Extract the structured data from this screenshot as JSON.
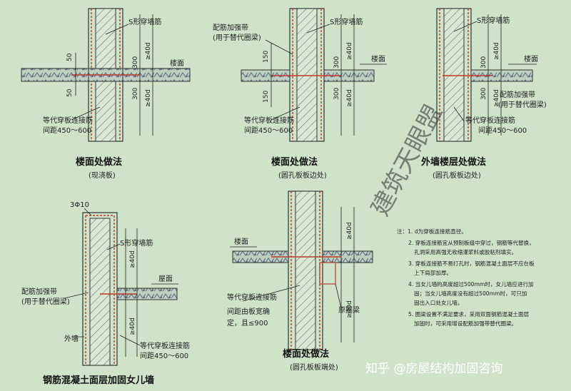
{
  "detail1": {
    "s_bar": "S形穿墙筋",
    "floor": "楼面",
    "dim_50a": "50",
    "dim_50b": "50",
    "dim_300a": "300",
    "dim_300b": "300",
    "dim_40d_a": "≥40d",
    "dim_40d_b": "≥40d",
    "tie_bar": "等代穿板连接筋",
    "spacing": "间距450～600",
    "caption": "楼面处做法",
    "subcaption": "(现浇板)"
  },
  "detail2": {
    "band": "配筋加强带",
    "band_sub": "(用于替代圈梁)",
    "s_bar": "S形穿墙筋",
    "floor": "楼面",
    "dim_150a": "150",
    "dim_150b": "150",
    "dim_300a": "300",
    "dim_300b": "300",
    "dim_40d_a": "≥40d",
    "dim_40d_b": "≥40d",
    "tie_bar": "等代穿板连接筋",
    "spacing": "间距450～600",
    "caption": "楼面处做法",
    "subcaption": "(圆孔板板边处)"
  },
  "detail3": {
    "s_bar": "S形穿墙筋",
    "floor": "楼面",
    "dim_300a": "300",
    "dim_300b": "300",
    "dim_40d_a": "≥40d",
    "dim_40d_b": "≥40d",
    "band": "配筋加强带",
    "band_sub": "(用于替代圈梁)",
    "tie_bar": "等代穿板连接筋",
    "spacing": "间距450～600",
    "caption": "外墙楼层处做法",
    "subcaption": "(圆孔板板边处)"
  },
  "detail4": {
    "rebar": "3Φ10",
    "s_bar": "S形穿墙筋",
    "dim_40d_a": "≥40d",
    "dim_40d_b": "≥40d",
    "roof": "屋面",
    "band": "配筋加强带",
    "band_sub": "(用于替代圈梁)",
    "ext_wall": "外墙",
    "tie_bar": "等代穿板连接筋",
    "spacing": "间距450～600",
    "caption": "钢筋混凝土面层加固女儿墙"
  },
  "detail5": {
    "floor": "楼面",
    "dim_40d_a": "≥40d",
    "dim_40d_b": "≥40d",
    "tie_bar": "等代穿板连接筋",
    "spacing_1": "间距由板宽确",
    "spacing_2": "定，且≤900",
    "ring_beam": "原圈梁",
    "caption": "楼面处做法",
    "subcaption": "(圆孔板板端处)"
  },
  "notes": {
    "lines": [
      "注：1. d为穿板连接筋直径。",
      "2. 穿板连接筋宜从预制板缝中穿过，钢筋等代替换，",
      "孔洞采用高强无收缩灌浆料或胶粘剂填实。",
      "3. 穿板连接筋不易打孔时，钢筋混凝土面层不应在板",
      "上下局部加厚。",
      "4. 当女儿墙的高度超过500mm时，女儿墙应进行加",
      "固；当女儿墙高度没有超过500mm时，可只加",
      "固出入口处女儿墙。",
      "5. 圈梁设置不满足要求，采用双面钢筋混凝土面层",
      "加固时，可采用增设配筋加强带替代圈梁。"
    ]
  },
  "watermark": "建筑天眼盟",
  "credit": "知乎 @房屋结构加固咨询"
}
